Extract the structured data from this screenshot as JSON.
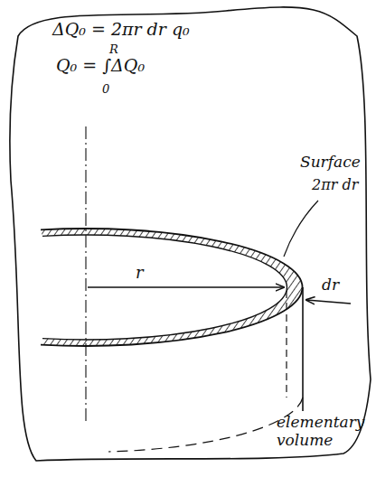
{
  "diagram": {
    "labels": [
      "ΔQ₀ = 2πr dr q₀",
      "R",
      "Q₀ = ∫ΔQ₀",
      "0",
      "Surface",
      "2πr dr",
      "r",
      "dr",
      "elementary volume"
    ]
  }
}
